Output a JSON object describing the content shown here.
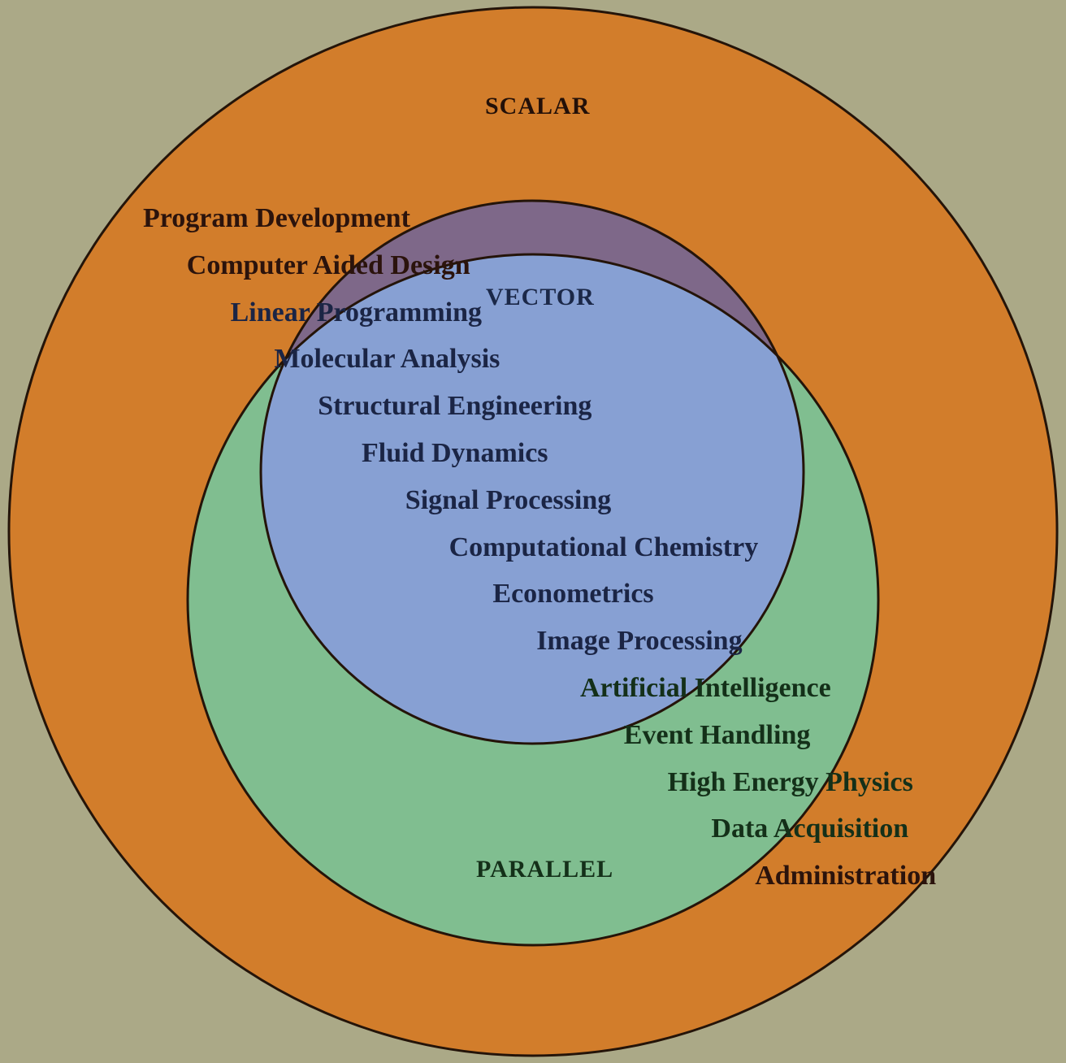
{
  "figure": {
    "type": "venn-diagram",
    "description": "Nested/overlapping circles showing application domains for scalar, vector and parallel computing"
  },
  "colors": {
    "background": "#aba987",
    "scalar": "#d27d2b",
    "parallel": "#80be90",
    "vector": "#87a0d3",
    "vector_scalar_overlap": "#7e6889",
    "outline": "#241409"
  },
  "regions": [
    {
      "id": "scalar",
      "label": "SCALAR"
    },
    {
      "id": "vector",
      "label": "VECTOR"
    },
    {
      "id": "parallel",
      "label": "PARALLEL"
    }
  ],
  "applications": [
    {
      "label": "Program Development",
      "region": "scalar"
    },
    {
      "label": "Computer Aided Design",
      "region": "scalar"
    },
    {
      "label": "Linear Programming",
      "region": "vector"
    },
    {
      "label": "Molecular Analysis",
      "region": "vector"
    },
    {
      "label": "Structural Engineering",
      "region": "vector"
    },
    {
      "label": "Fluid Dynamics",
      "region": "vector"
    },
    {
      "label": "Signal Processing",
      "region": "vector"
    },
    {
      "label": "Computational Chemistry",
      "region": "vector"
    },
    {
      "label": "Econometrics",
      "region": "vector"
    },
    {
      "label": "Image Processing",
      "region": "vector"
    },
    {
      "label": "Artificial Intelligence",
      "region": "parallel"
    },
    {
      "label": "Event Handling",
      "region": "parallel"
    },
    {
      "label": "High Energy Physics",
      "region": "parallel"
    },
    {
      "label": "Data Acquisition",
      "region": "parallel"
    },
    {
      "label": "Administration",
      "region": "scalar"
    }
  ]
}
